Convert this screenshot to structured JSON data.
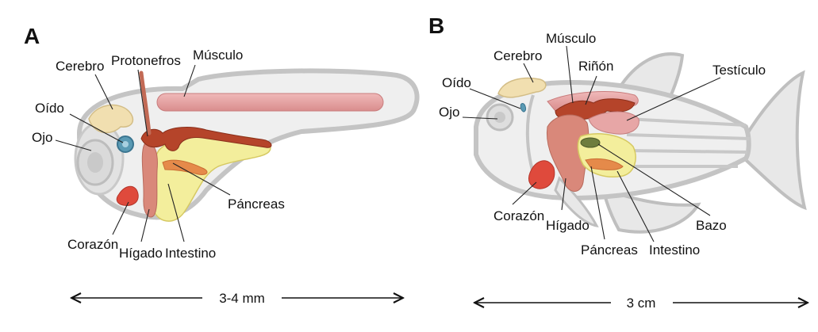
{
  "panel_a": {
    "letter": "A",
    "labels": {
      "cerebro": "Cerebro",
      "protonefros": "Protonefros",
      "musculo": "Músculo",
      "oido": "Oído",
      "ojo": "Ojo",
      "pancreas": "Páncreas",
      "corazon": "Corazón",
      "higado": "Hígado",
      "intestino": "Intestino"
    },
    "scale": "3-4 mm"
  },
  "panel_b": {
    "letter": "B",
    "labels": {
      "musculo": "Músculo",
      "cerebro": "Cerebro",
      "rinon": "Riñón",
      "testiculo": "Testículo",
      "oido": "Oído",
      "ojo": "Ojo",
      "corazon": "Corazón",
      "higado": "Hígado",
      "bazo": "Bazo",
      "pancreas": "Páncreas",
      "intestino": "Intestino"
    },
    "scale": "3 cm"
  },
  "colors": {
    "body_outline": "#c4c4c4",
    "body_fill": "#efefef",
    "muscle": "#e7a6a6",
    "kidney": "#b5442a",
    "liver": "#d9887a",
    "intestine": "#f3ee9c",
    "brain": "#f1dfb0",
    "heart": "#df4a3c",
    "ear": "#5a9ab4",
    "spleen": "#6e7d3e",
    "pancreas": "#e58a4a"
  }
}
